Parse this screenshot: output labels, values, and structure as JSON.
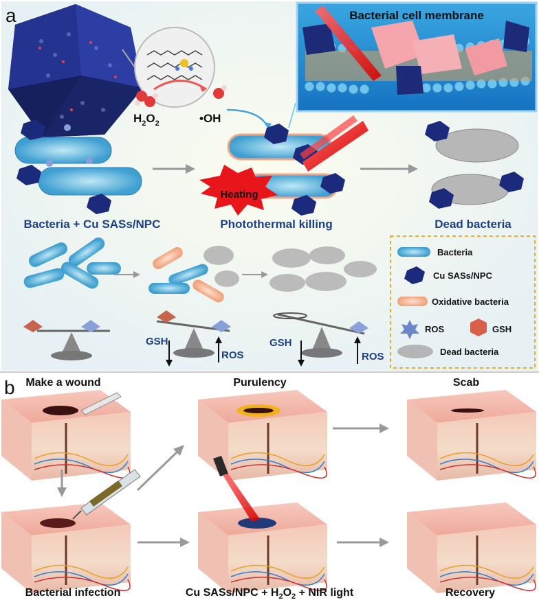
{
  "panel_a": {
    "letter": "a",
    "membrane_title": "Bacterial cell membrane",
    "h2o2": {
      "base": "H",
      "sub1": "2",
      "mid": "O",
      "sub2": "2"
    },
    "oh": "•OH",
    "heating": "Heating",
    "stage_labels": [
      "Bacteria + Cu SASs/NPC",
      "Photothermal killing",
      "Dead bacteria"
    ],
    "balance_labels": {
      "gsh": "GSH",
      "ros": "ROS"
    },
    "legend": [
      {
        "label": "Bacteria",
        "icon": "bacteria-icon"
      },
      {
        "label": "Cu SASs/NPC",
        "icon": "nanocrystal-icon"
      },
      {
        "label": "Oxidative bacteria",
        "icon": "oxidative-bacteria-icon"
      },
      {
        "label": "ROS",
        "icon": "ros-icon"
      },
      {
        "label": "GSH",
        "icon": "gsh-icon"
      },
      {
        "label": "Dead bacteria",
        "icon": "dead-bacteria-icon"
      }
    ]
  },
  "panel_b": {
    "letter": "b",
    "top_labels": [
      "Make a wound",
      "Purulency",
      "Scab"
    ],
    "bottom_labels": [
      "Bacterial infection",
      "Recovery"
    ],
    "treatment": {
      "pre": "Cu SASs/NPC + H",
      "sub": "2",
      "mid": "O",
      "sub2": "2",
      "post": " + NIR light"
    }
  },
  "colors": {
    "title_blue": "#1d3f86",
    "bacteria": "#5bb8dc",
    "skin": "#f3b7aa",
    "crystal": "#1b2a7a",
    "legend_border": "#e0b030"
  }
}
